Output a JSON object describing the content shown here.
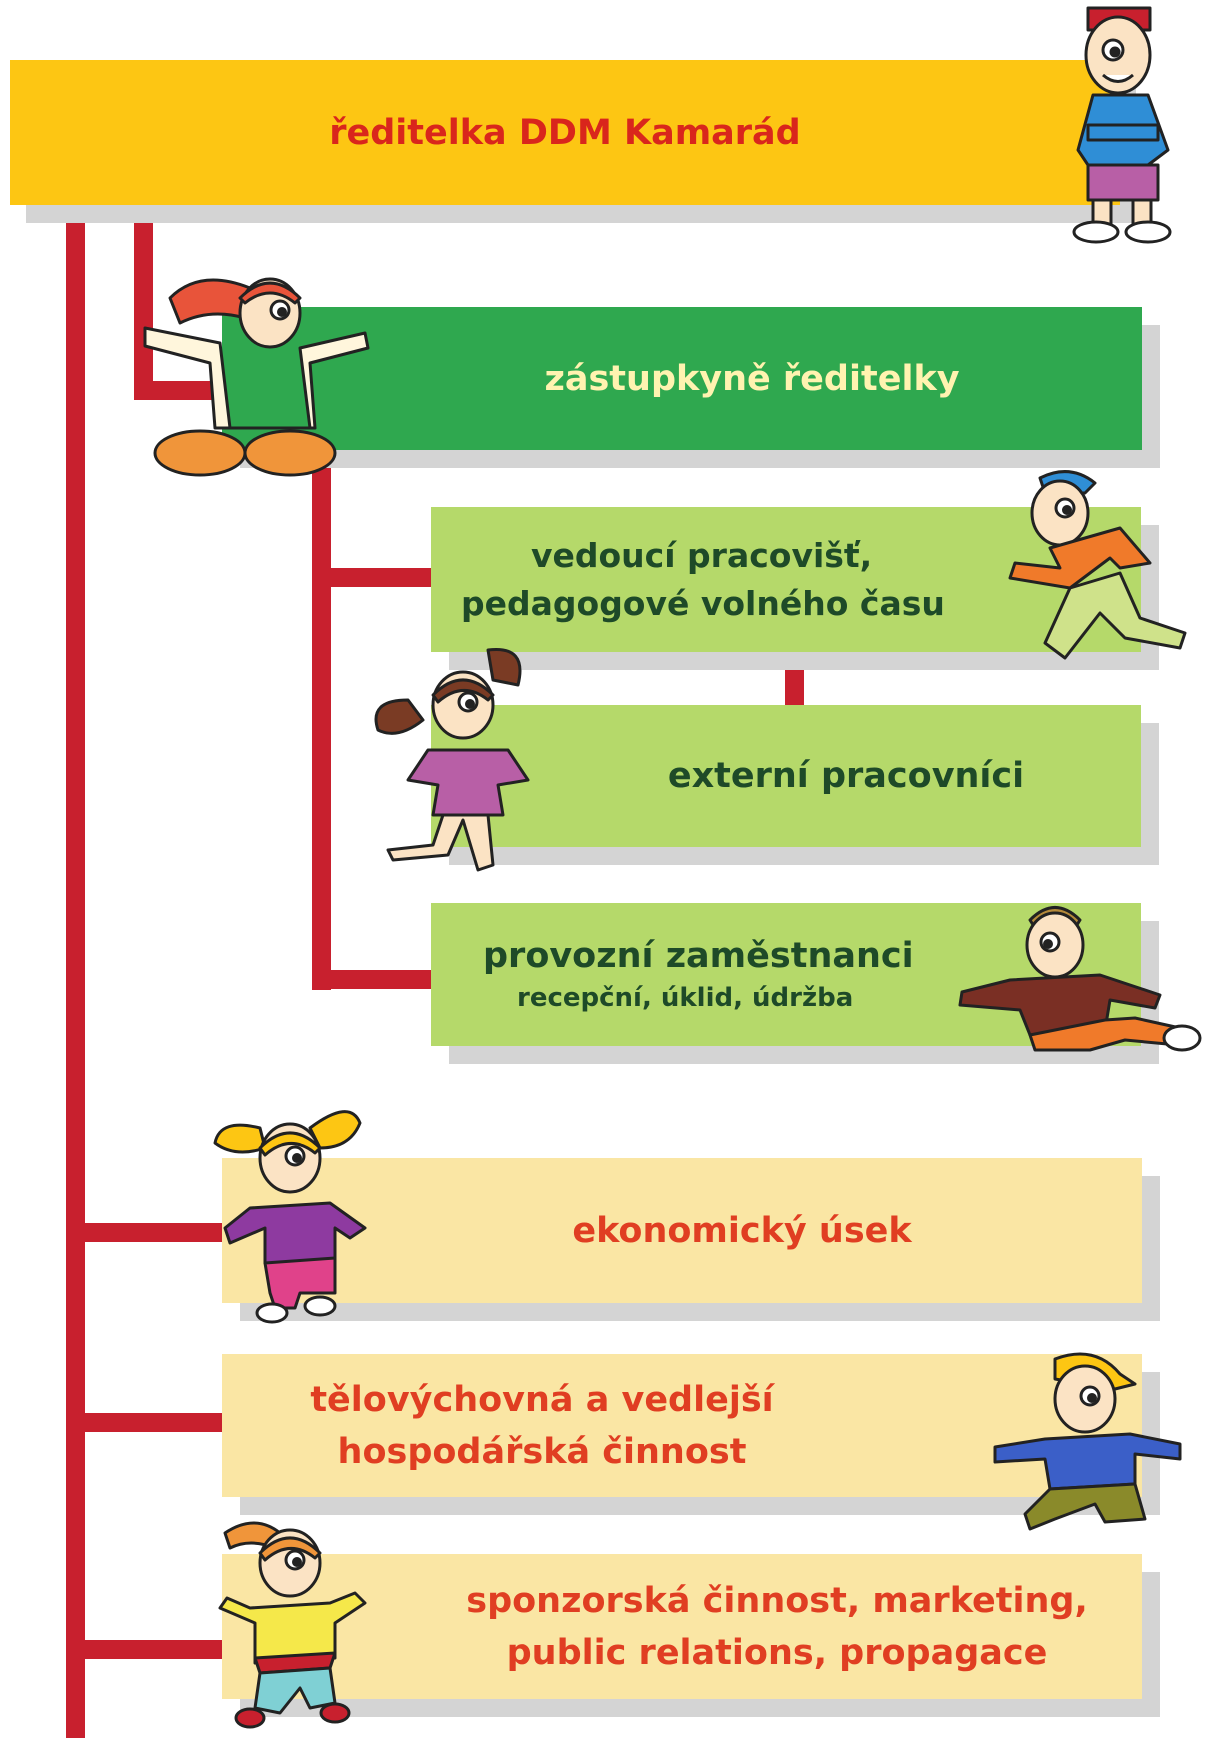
{
  "colors": {
    "top_box": "#fdc613",
    "green_dark": "#2fa84f",
    "green_light": "#b5d96a",
    "beige": "#fae6a4",
    "connector": "#c8202e",
    "text_red": "#d9261c",
    "text_dark_green": "#1e4a28",
    "text_orange": "#e03e22",
    "text_light": "#fff3b0"
  },
  "boxes": {
    "director": {
      "label": "ředitelka DDM Kamarád"
    },
    "deputy": {
      "label": "zástupkyně ředitelky"
    },
    "heads": {
      "line1": "vedoucí pracovišť,",
      "line2": "pedagogové volného času"
    },
    "external": {
      "label": "externí pracovníci"
    },
    "operations": {
      "line1": "provozní zaměstnanci",
      "line2": "recepční, úklid, údržba"
    },
    "economic": {
      "label": "ekonomický úsek"
    },
    "sports": {
      "line1": "tělovýchovná a vedlejší",
      "line2": "hospodářská činnost"
    },
    "sponsorship": {
      "line1": "sponzorská činnost, marketing,",
      "line2": "public relations, propagace"
    }
  },
  "icons": {
    "figure_1": "cartoon-boy-arms-crossed-icon",
    "figure_2": "cartoon-girl-waving-icon",
    "figure_3": "cartoon-boy-running-icon",
    "figure_4": "cartoon-girl-dancing-icon",
    "figure_5": "cartoon-boy-sitting-icon",
    "figure_6": "cartoon-girl-pigtails-icon",
    "figure_7": "cartoon-boy-cap-icon",
    "figure_8": "cartoon-girl-walking-icon"
  }
}
